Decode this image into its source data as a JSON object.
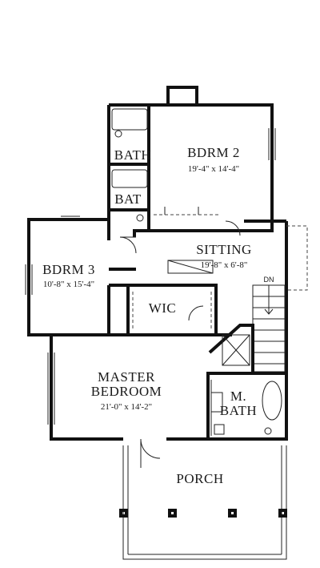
{
  "rooms": {
    "bdrm2": {
      "label": "BDRM 2",
      "dims": "19'-4\" x 14'-4\""
    },
    "bath_top": {
      "label": "BATH"
    },
    "bath_second": {
      "label": "BAT"
    },
    "sitting": {
      "label": "SITTING",
      "dims": "19'-8\" x 6'-8\""
    },
    "dn": {
      "label": "DN"
    },
    "bdrm3": {
      "label": "BDRM 3",
      "dims": "10'-8\" x 15'-4\""
    },
    "wic": {
      "label": "WIC"
    },
    "master": {
      "label_line1": "MASTER",
      "label_line2": "BEDROOM",
      "dims": "21'-0\" x 14'-2\""
    },
    "mbath": {
      "label_line1": "M.",
      "label_line2": "BATH"
    },
    "porch": {
      "label": "PORCH"
    }
  }
}
